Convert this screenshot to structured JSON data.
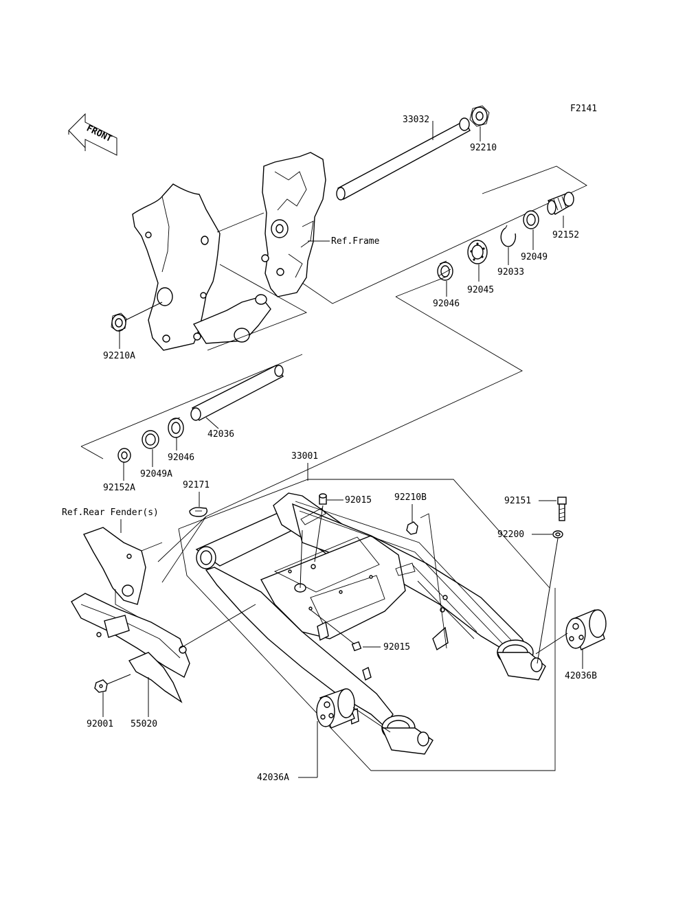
{
  "figure_code": "F2141",
  "front_arrow_label": "FRONT",
  "references": {
    "frame": "Ref.Frame",
    "rear_fender": "Ref.Rear Fender(s)"
  },
  "part_labels": {
    "p33032": "33032",
    "p92210": "92210",
    "p92152": "92152",
    "p92049": "92049",
    "p92033": "92033",
    "p92045": "92045",
    "p92046": "92046",
    "p92210A": "92210A",
    "p42036": "42036",
    "p92046b": "92046",
    "p92049A": "92049A",
    "p92152A": "92152A",
    "p33001": "33001",
    "p92171": "92171",
    "p92015a": "92015",
    "p92210B": "92210B",
    "p92151": "92151",
    "p92200": "92200",
    "p92015b": "92015",
    "p42036B": "42036B",
    "p92001": "92001",
    "p55020": "55020",
    "p42036A": "42036A"
  }
}
